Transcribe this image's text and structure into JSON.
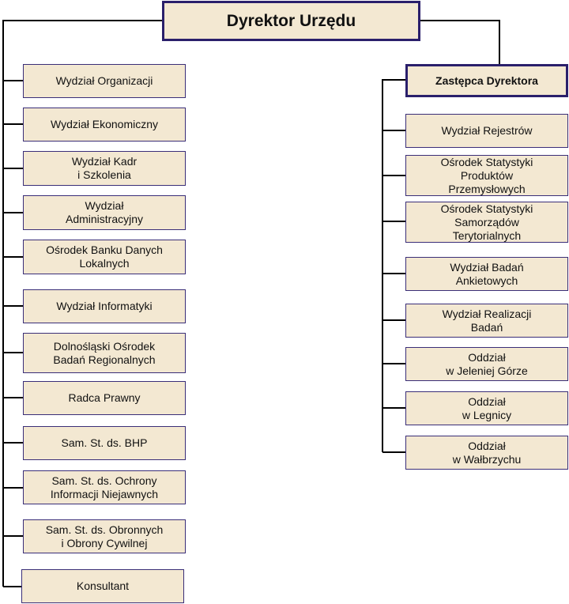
{
  "director": "Dyrektor  Urzędu",
  "deputy": "Zastępca Dyrektora",
  "left_units": [
    "Wydział Organizacji",
    "Wydział Ekonomiczny",
    "Wydział Kadr\ni Szkolenia",
    "Wydział\nAdministracyjny",
    "Ośrodek Banku Danych\nLokalnych",
    "Wydział Informatyki",
    "Dolnośląski Ośrodek\nBadań Regionalnych",
    "Radca Prawny",
    "Sam. St. ds. BHP",
    "Sam. St. ds. Ochrony\nInformacji Niejawnych",
    "Sam. St. ds. Obronnych\ni Obrony Cywilnej",
    "Konsultant"
  ],
  "right_units": [
    "Wydział Rejestrów",
    "Ośrodek Statystyki\nProduktów\nPrzemysłowych",
    "Ośrodek Statystyki\nSamorządów\nTerytorialnych",
    "Wydział Badań\nAnkietowych",
    "Wydział Realizacji\nBadań",
    "Oddział\nw Jeleniej Górze",
    "Oddział\nw Legnicy",
    "Oddział\nw Wałbrzychu"
  ]
}
